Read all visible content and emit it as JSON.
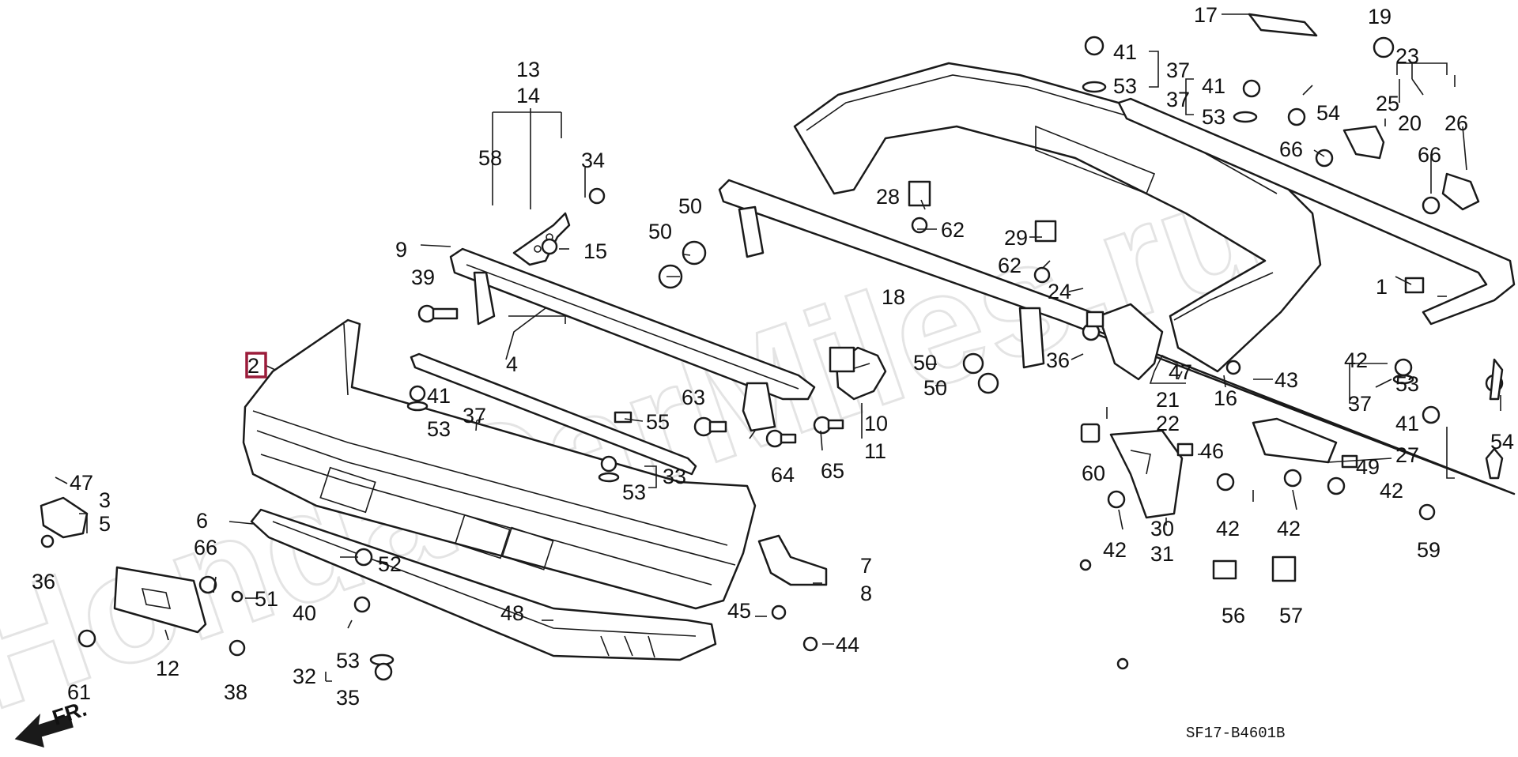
{
  "diagram": {
    "watermark": "HondaCarMiles.ru",
    "diagram_code": "SF17-B4601B",
    "front_indicator": "FR.",
    "highlighted_callout": "2",
    "colors": {
      "ink": "#1a1a1a",
      "highlight": "#9b1c3a",
      "watermark": "#cfcfcf"
    },
    "callouts": {
      "c1": "1",
      "c2": "2",
      "c3": "3",
      "c4": "4",
      "c5": "5",
      "c6": "6",
      "c7": "7",
      "c8": "8",
      "c9": "9",
      "c10": "10",
      "c11": "11",
      "c12": "12",
      "c13": "13",
      "c14": "14",
      "c15": "15",
      "c16": "16",
      "c17": "17",
      "c18": "18",
      "c19": "19",
      "c20": "20",
      "c21": "21",
      "c22": "22",
      "c23": "23",
      "c24": "24",
      "c25": "25",
      "c26": "26",
      "c27": "27",
      "c28": "28",
      "c29": "29",
      "c30": "30",
      "c31": "31",
      "c32": "32",
      "c33": "33",
      "c34": "34",
      "c35": "35",
      "c36a": "36",
      "c36b": "36",
      "c37a": "37",
      "c37b": "37",
      "c37c": "37",
      "c37d": "37",
      "c38": "38",
      "c39": "39",
      "c40": "40",
      "c41a": "41",
      "c41b": "41",
      "c41c": "41",
      "c41d": "41",
      "c42a": "42",
      "c42b": "42",
      "c42c": "42",
      "c42d": "42",
      "c42e": "42",
      "c43": "43",
      "c44": "44",
      "c45": "45",
      "c46": "46",
      "c47a": "47",
      "c47b": "47",
      "c48": "48",
      "c49": "49",
      "c50a": "50",
      "c50b": "50",
      "c50c": "50",
      "c50d": "50",
      "c51": "51",
      "c52": "52",
      "c53a": "53",
      "c53b": "53",
      "c53c": "53",
      "c53d": "53",
      "c53e": "53",
      "c53f": "53",
      "c54a": "54",
      "c54b": "54",
      "c55": "55",
      "c56": "56",
      "c57": "57",
      "c58": "58",
      "c59": "59",
      "c60": "60",
      "c61": "61",
      "c62a": "62",
      "c62b": "62",
      "c63": "63",
      "c64": "64",
      "c65": "65",
      "c66a": "66",
      "c66b": "66",
      "c66c": "66"
    }
  }
}
